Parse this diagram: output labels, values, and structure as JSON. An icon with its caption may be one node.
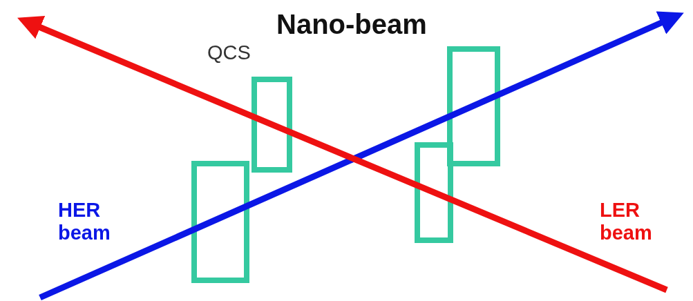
{
  "diagram": {
    "title": "Nano-beam",
    "labels": [
      "QCS",
      "HER beam",
      "LER beam"
    ]
  }
}
